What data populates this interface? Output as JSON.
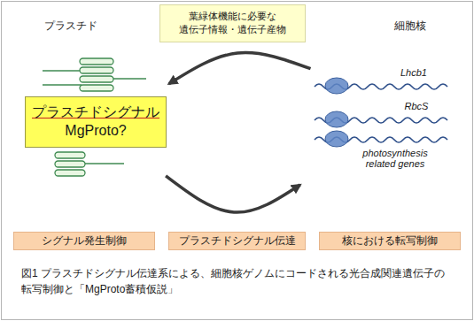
{
  "diagram": {
    "caption": "図1 プラスチドシグナル伝達系による、細胞核ゲノムにコードされる光合成関連遺伝子の転写制御と「MgProto蓄積仮説」",
    "nodes": [
      {
        "text": [
          "プラスチド"
        ]
      },
      {
        "text": [
          "細胞核"
        ]
      },
      {
        "text": [
          "プラスチドシグナル",
          "MgProto?"
        ],
        "in": 0
      },
      {
        "text": [
          "シグナル発生制御"
        ]
      },
      {
        "text": [
          "プラスチドシグナル伝達"
        ]
      },
      {
        "text": [
          "核における転写制御"
        ]
      }
    ],
    "edges": [
      {
        "from": 1,
        "to": 0,
        "arrow": "to",
        "label": "葉緑体機能に必要な 遺伝子情報・遺伝子産物"
      },
      {
        "from": 0,
        "to": 1,
        "arrow": "to"
      }
    ],
    "labels": [
      "Lhcb1",
      "RbcS",
      "photosynthesis related genes"
    ]
  }
}
